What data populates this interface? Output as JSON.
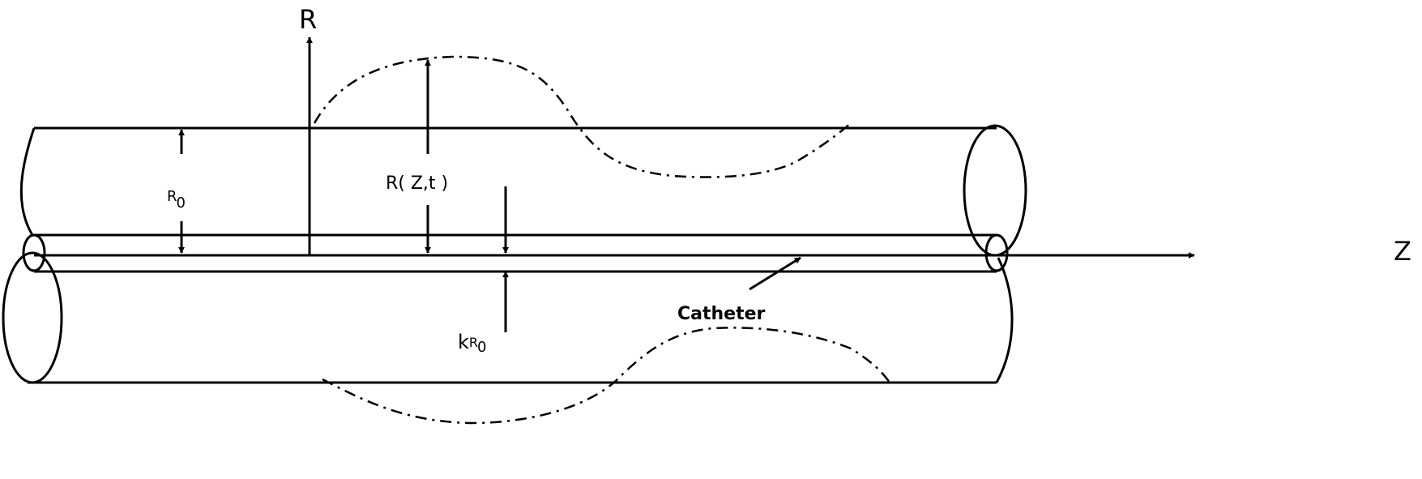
{
  "labels": {
    "r_axis": "R",
    "z_axis": "Z",
    "r0_main": "R",
    "r0_sub": "0",
    "rzt": "R( Z,t )",
    "kr0_k": "k",
    "kr0_r": "R",
    "kr0_sub": "0",
    "catheter": "Catheter"
  },
  "colors": {
    "stroke": "#000000",
    "background": "#ffffff"
  }
}
